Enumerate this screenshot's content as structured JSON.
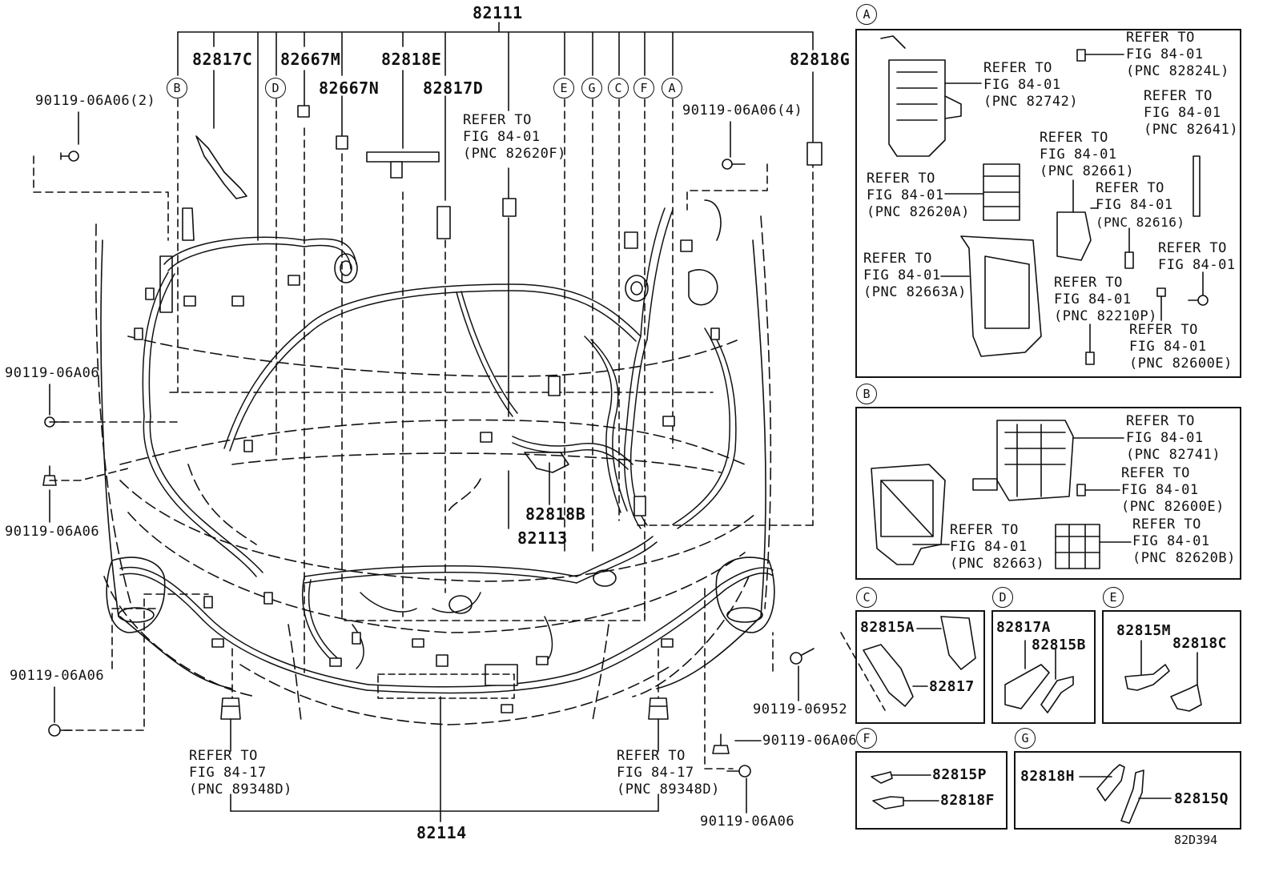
{
  "diagram": {
    "figure_id": "82D394",
    "main": {
      "part_82111": "82111",
      "part_82817C": "82817C",
      "part_82667M": "82667M",
      "part_82818E": "82818E",
      "part_82667N": "82667N",
      "part_82817D": "82817D",
      "part_82818G": "82818G",
      "part_82818B": "82818B",
      "part_82113": "82113",
      "part_82114": "82114",
      "bolt_top_left": "90119-06A06(2)",
      "bolt_top_right": "90119-06A06(4)",
      "bolt_left_1": "90119-06A06",
      "bolt_left_2": "90119-06A06",
      "bolt_left_3": "90119-06A06",
      "bolt_right_1": "90119-06952",
      "bolt_right_2": "90119-06A06",
      "bolt_right_3": "90119-06A06",
      "refer_center": [
        "REFER TO",
        "FIG 84-01",
        "(PNC 82620F)"
      ],
      "refer_bottom_left": [
        "REFER TO",
        "FIG 84-17",
        "(PNC 89348D)"
      ],
      "refer_bottom_right": [
        "REFER TO",
        "FIG 84-17",
        "(PNC 89348D)"
      ],
      "circles": [
        "B",
        "D",
        "E",
        "G",
        "C",
        "F",
        "A"
      ]
    },
    "panel_a": {
      "letter": "A",
      "r1": [
        "REFER TO",
        "FIG 84-01",
        "(PNC 82824L)"
      ],
      "r2": [
        "REFER TO",
        "FIG 84-01",
        "(PNC 82742)"
      ],
      "r3": [
        "REFER TO",
        "FIG 84-01",
        "(PNC 82641)"
      ],
      "r4": [
        "REFER TO",
        "FIG 84-01",
        "(PNC 82661)"
      ],
      "r5": [
        "REFER TO",
        "FIG 84-01",
        "(PNC 82620A)"
      ],
      "r6": [
        "REFER TO",
        "FIG 84-01",
        "(PNC 82616)"
      ],
      "r7": [
        "REFER TO",
        "FIG 84-01",
        "(PNC 82663A)"
      ],
      "r8": [
        "REFER TO",
        "FIG 84-01"
      ],
      "r9": [
        "REFER TO",
        "FIG 84-01",
        "(PNC 82210P)"
      ],
      "r10": [
        "REFER TO",
        "FIG 84-01",
        "(PNC 82600E)"
      ]
    },
    "panel_b": {
      "letter": "B",
      "r1": [
        "REFER TO",
        "FIG 84-01",
        "(PNC 82741)"
      ],
      "r2": [
        "REFER TO",
        "FIG 84-01",
        "(PNC 82600E)"
      ],
      "r3": [
        "REFER TO",
        "FIG 84-01",
        "(PNC 82663)"
      ],
      "r4": [
        "REFER TO",
        "FIG 84-01",
        "(PNC 82620B)"
      ]
    },
    "panel_c": {
      "letter": "C",
      "p1": "82815A",
      "p2": "82817"
    },
    "panel_d": {
      "letter": "D",
      "p1": "82817A",
      "p2": "82815B"
    },
    "panel_e": {
      "letter": "E",
      "p1": "82815M",
      "p2": "82818C"
    },
    "panel_f": {
      "letter": "F",
      "p1": "82815P",
      "p2": "82818F"
    },
    "panel_g": {
      "letter": "G",
      "p1": "82818H",
      "p2": "82815Q"
    }
  }
}
